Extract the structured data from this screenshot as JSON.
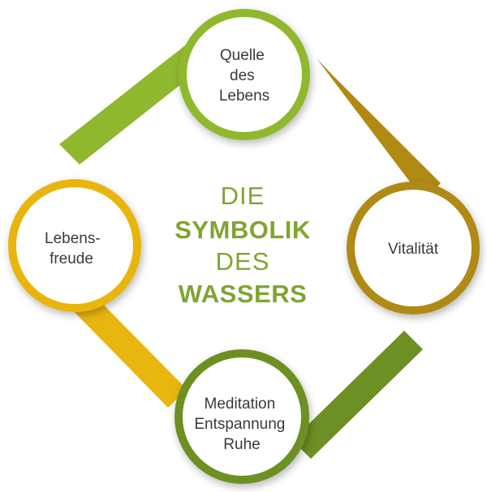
{
  "nodes": {
    "top": {
      "lines": [
        "Quelle",
        "des",
        "Lebens"
      ]
    },
    "right": {
      "lines": [
        "Vitalität"
      ]
    },
    "bottom": {
      "lines": [
        "Meditation",
        "Entspannung",
        "Ruhe"
      ]
    },
    "left": {
      "lines": [
        "Lebens-",
        "freude"
      ]
    }
  },
  "title": {
    "line1": "DIE",
    "line2": "SYMBOLIK",
    "line3": "DES",
    "line4": "WASSERS"
  },
  "colors": {
    "top": "#8fb82f",
    "right": "#b08a12",
    "bottom": "#6e8f24",
    "left": "#e9b50f",
    "title": "#7fa532"
  }
}
